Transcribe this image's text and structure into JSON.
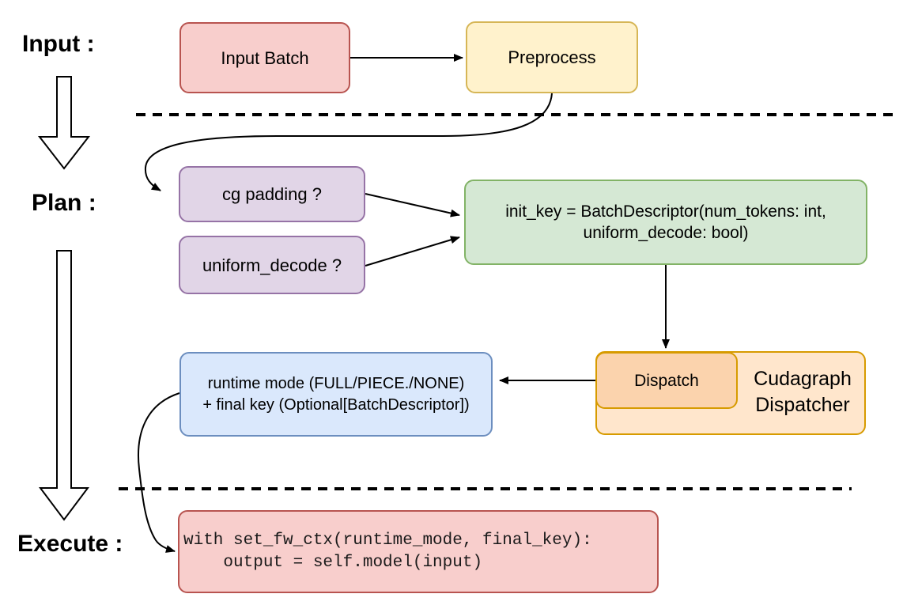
{
  "stage_labels": {
    "input": "Input :",
    "plan": "Plan :",
    "execute": "Execute :"
  },
  "boxes": {
    "input_batch": {
      "text": "Input Batch",
      "fill": "#f8cecc",
      "border": "#b85450"
    },
    "preprocess": {
      "text": "Preprocess",
      "fill": "#fff2cc",
      "border": "#d6b656"
    },
    "cg_padding": {
      "text": "cg padding ?",
      "fill": "#e1d5e7",
      "border": "#9673a6"
    },
    "uniform_decode": {
      "text": "uniform_decode ?",
      "fill": "#e1d5e7",
      "border": "#9673a6"
    },
    "init_key": {
      "line1": "init_key = BatchDescriptor(num_tokens: int,",
      "line2": "uniform_decode: bool)",
      "fill": "#d5e8d4",
      "border": "#82b366"
    },
    "dispatch": {
      "text": "Dispatch",
      "fill": "#fbd3ad",
      "border": "#d79b00"
    },
    "cudagraph_dispatcher": {
      "line1": "Cudagraph",
      "line2": "Dispatcher",
      "fill": "#ffe6cc",
      "border": "#d79b00"
    },
    "runtime_mode": {
      "line1": "runtime mode (FULL/PIECE./NONE)",
      "line2": "+ final key (Optional[BatchDescriptor])",
      "fill": "#dae8fc",
      "border": "#6c8ebf"
    },
    "execute_code": {
      "line1": "with set_fw_ctx(runtime_mode, final_key):",
      "line2": "    output = self.model(input)",
      "fill": "#f8cecc",
      "border": "#b85450"
    }
  },
  "connector_color": "#000000"
}
